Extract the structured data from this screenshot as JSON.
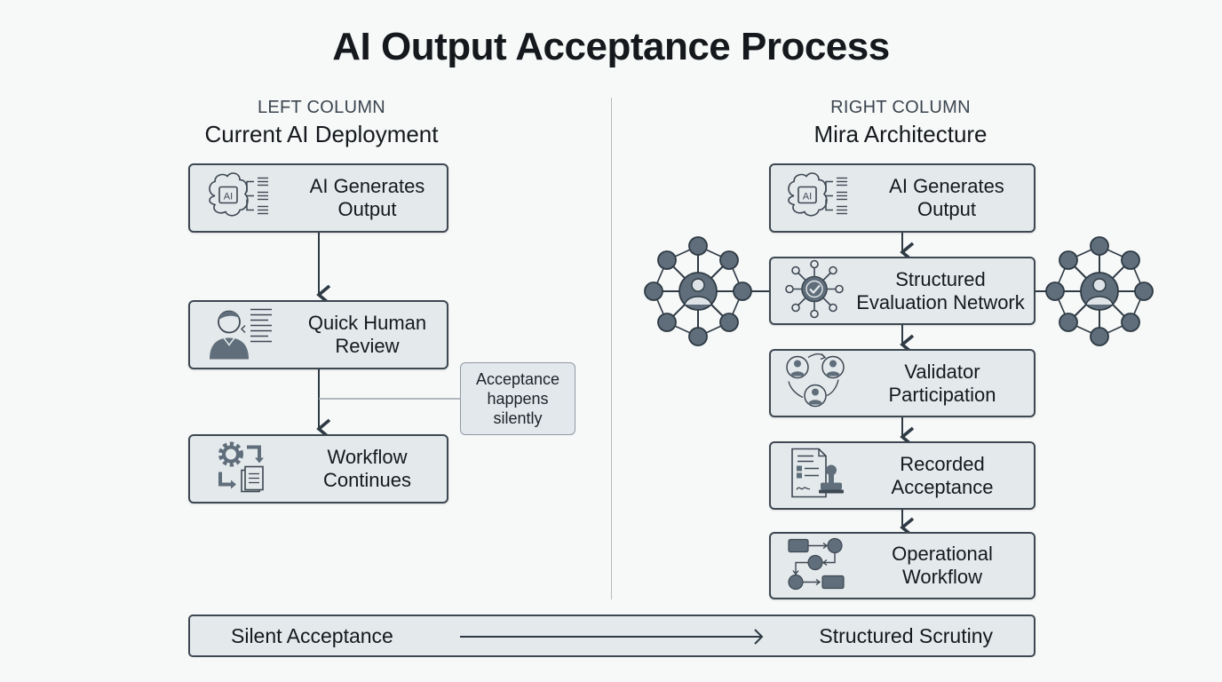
{
  "title": "AI Output Acceptance Process",
  "left_column": {
    "kicker": "LEFT COLUMN",
    "heading": "Current AI Deployment",
    "steps": [
      {
        "label_line1": "AI Generates",
        "label_line2": "Output",
        "icon": "ai-brain-icon"
      },
      {
        "label_line1": "Quick Human",
        "label_line2": "Review",
        "icon": "human-reviewer-icon"
      },
      {
        "label_line1": "Workflow",
        "label_line2": "Continues",
        "icon": "gear-document-icon"
      }
    ],
    "note": {
      "line1": "Acceptance",
      "line2": "happens",
      "line3": "silently"
    }
  },
  "right_column": {
    "kicker": "RIGHT COLUMN",
    "heading": "Mira Architecture",
    "steps": [
      {
        "label_line1": "AI Generates",
        "label_line2": "Output",
        "icon": "ai-brain-icon"
      },
      {
        "label_line1": "Structured",
        "label_line2": "Evaluation Network",
        "icon": "network-check-icon"
      },
      {
        "label_line1": "Validator",
        "label_line2": "Participation",
        "icon": "validators-cycle-icon"
      },
      {
        "label_line1": "Recorded",
        "label_line2": "Acceptance",
        "icon": "stamped-document-icon"
      },
      {
        "label_line1": "Operational",
        "label_line2": "Workflow",
        "icon": "flowchart-icon"
      }
    ],
    "side_networks": [
      "validator-network-icon",
      "validator-network-icon"
    ]
  },
  "bottom_bar": {
    "from": "Silent Acceptance",
    "to": "Structured Scrutiny"
  },
  "colors": {
    "box_fill": "#e4e9ec",
    "box_border": "#3d4852",
    "icon_fill": "#5f6e7a",
    "background": "#f7f8f8"
  }
}
